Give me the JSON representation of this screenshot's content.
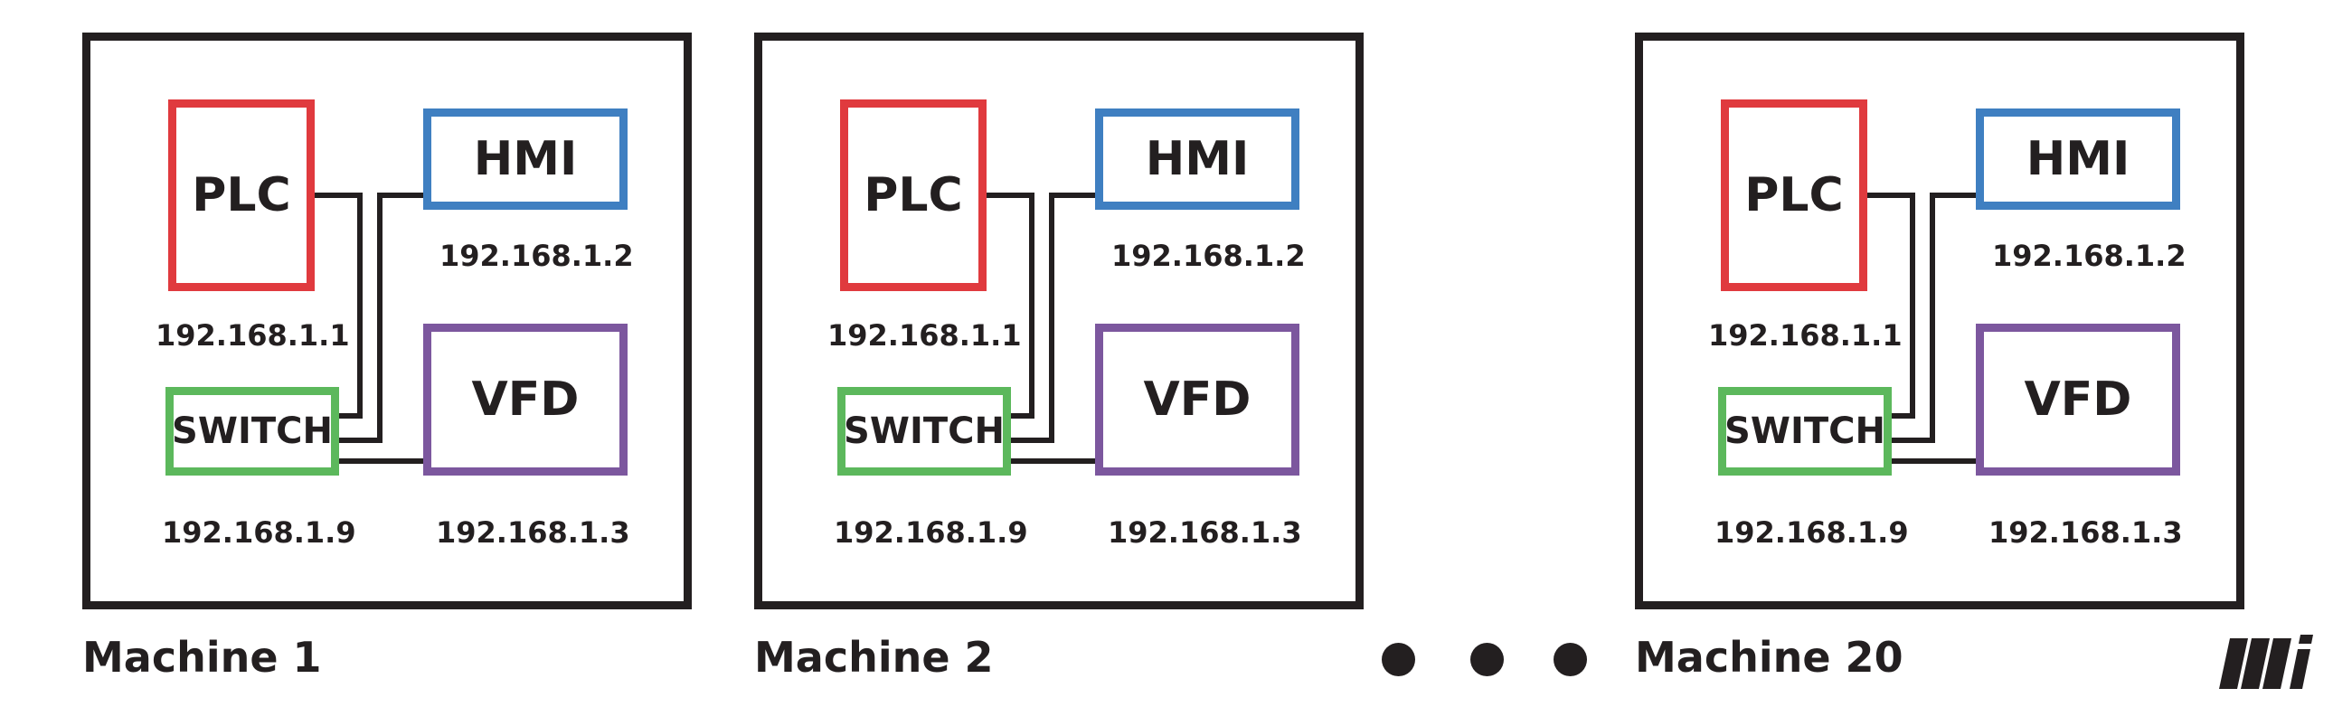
{
  "machines": [
    {
      "label": "Machine 1",
      "devices": {
        "plc": {
          "label": "PLC",
          "ip": "192.168.1.1"
        },
        "hmi": {
          "label": "HMI",
          "ip": "192.168.1.2"
        },
        "vfd": {
          "label": "VFD",
          "ip": "192.168.1.3"
        },
        "switch": {
          "label": "SWITCH",
          "ip": "192.168.1.9"
        }
      }
    },
    {
      "label": "Machine 2",
      "devices": {
        "plc": {
          "label": "PLC",
          "ip": "192.168.1.1"
        },
        "hmi": {
          "label": "HMI",
          "ip": "192.168.1.2"
        },
        "vfd": {
          "label": "VFD",
          "ip": "192.168.1.3"
        },
        "switch": {
          "label": "SWITCH",
          "ip": "192.168.1.9"
        }
      }
    },
    {
      "label": "Machine 20",
      "devices": {
        "plc": {
          "label": "PLC",
          "ip": "192.168.1.1"
        },
        "hmi": {
          "label": "HMI",
          "ip": "192.168.1.2"
        },
        "vfd": {
          "label": "VFD",
          "ip": "192.168.1.3"
        },
        "switch": {
          "label": "SWITCH",
          "ip": "192.168.1.9"
        }
      }
    }
  ],
  "connections": [
    [
      "plc",
      "switch"
    ],
    [
      "hmi",
      "switch"
    ],
    [
      "vfd",
      "switch"
    ]
  ],
  "ellipsis_dots": 3,
  "logo": {
    "icon": "mi-logo-icon",
    "text": "Mi"
  },
  "colors": {
    "plc": "#e03a3e",
    "hmi": "#3f7fc1",
    "vfd": "#7c579e",
    "switch": "#5cb85c",
    "frame": "#231f20",
    "wire": "#231f20"
  }
}
